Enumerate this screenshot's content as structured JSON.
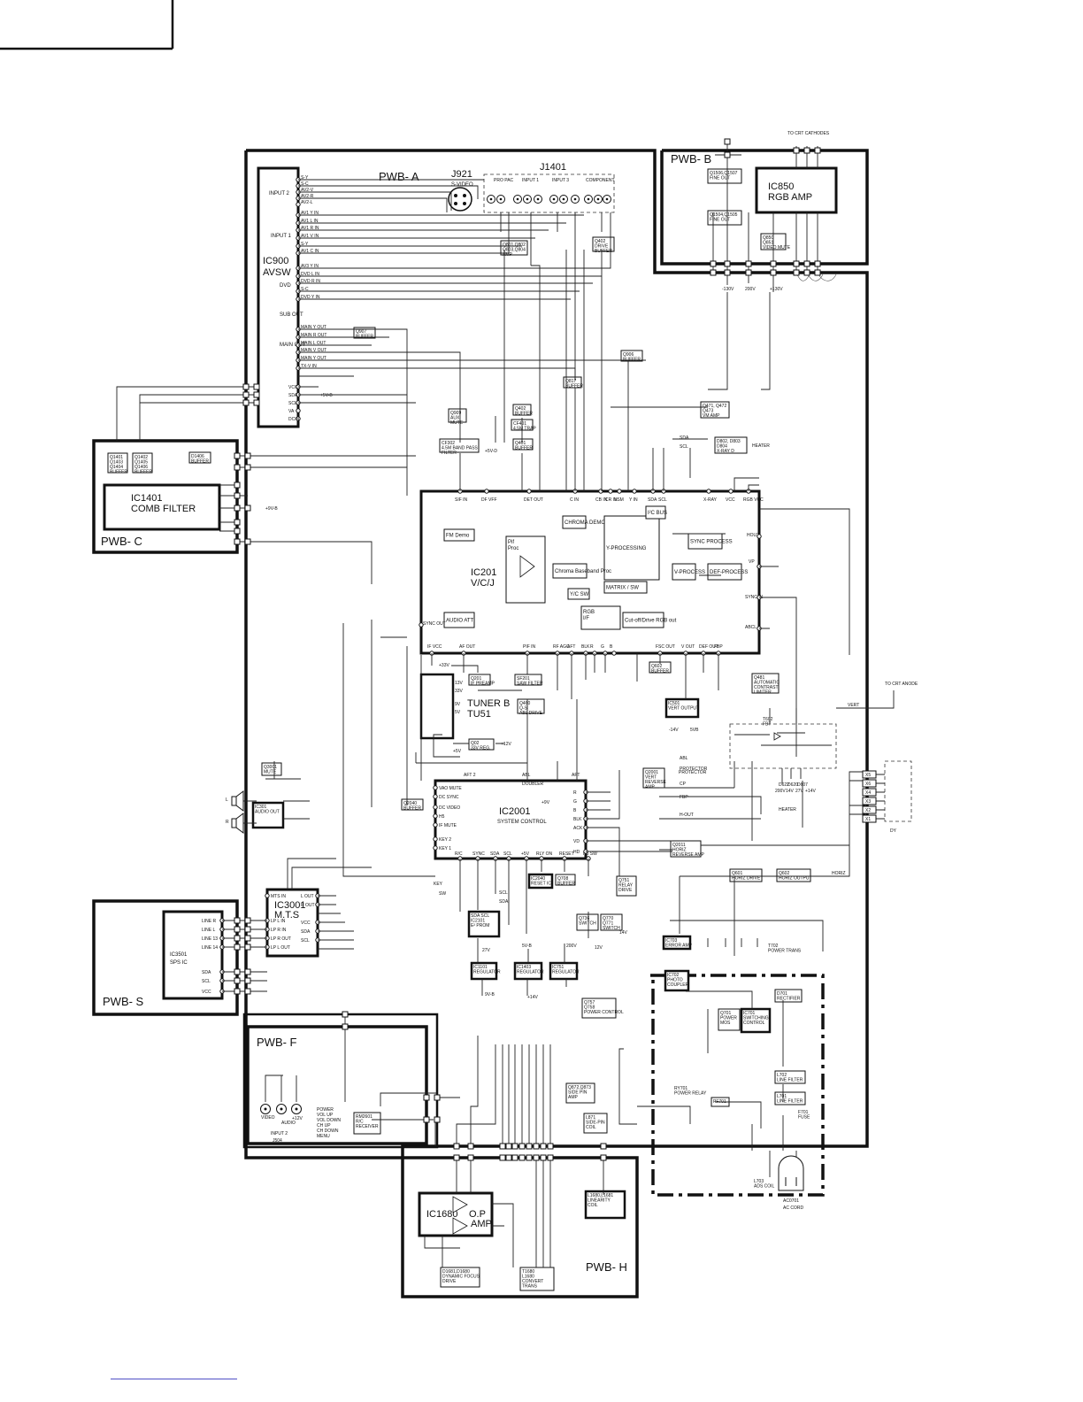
{
  "boards": {
    "pwb_a": "PWB- A",
    "pwb_b": "PWB- B",
    "pwb_c": "PWB- C",
    "pwb_s": "PWB- S",
    "pwb_f": "PWB- F",
    "pwb_h": "PWB- H"
  },
  "ics": {
    "ic900": [
      "IC900",
      "AVSW"
    ],
    "ic850": [
      "IC850",
      "RGB  AMP"
    ],
    "ic1401": [
      "IC1401",
      "COMB  FILTER"
    ],
    "ic201": [
      "IC201",
      "V/C/J"
    ],
    "ic2001": [
      "IC2001",
      "SYSTEM  CONTROL"
    ],
    "ic3001": [
      "IC3001",
      "M.T.S"
    ],
    "ic3501": [
      "IC3501",
      "SPS  IC"
    ],
    "ic1680": [
      "IC1680",
      "O.P",
      "AMP"
    ],
    "tuner": [
      "TUNER B",
      "TU51"
    ]
  },
  "connectors": {
    "j921": [
      "J921",
      "S-VIDEO"
    ],
    "j1401": "J1401",
    "j1401_groups": [
      "PRO PAC",
      "INPUT 1",
      "INPUT 3",
      "COMPONENT"
    ],
    "to_crt_cathodes": "TO  CRT  CATHODES",
    "to_crt_anode": "TO CRT ANODE",
    "dy": "DY",
    "ac_cord": [
      "AC0701",
      "AC CORD"
    ],
    "j504": "J504",
    "input2_front": "INPUT 2"
  },
  "ic900_groups": [
    "INPUT 2",
    "INPUT 1",
    "DVD",
    "SUB OUT",
    "MAIN OUT"
  ],
  "ic900_pins": [
    "S-Y",
    "S-C",
    "AV2-V",
    "AV2-R",
    "AV2-L",
    "AV1 Y IN",
    "AV1 L IN",
    "AV1 R IN",
    "AV1 V IN",
    "S-Y",
    "AV1 C IN",
    "AV3 Y IN",
    "DVD L IN",
    "DVD R IN",
    "S-C",
    "DVD Y IN",
    "MAIN Y OUT",
    "MAIN R OUT",
    "MAIN L OUT",
    "MAIN V OUT",
    "MAIN Y OUT",
    "TX-V IN"
  ],
  "ic900_right": [
    "VCC",
    "SDA",
    "SCL",
    "VA",
    "DCIN"
  ],
  "ic201_blocks": [
    "FM Demo",
    "Pif Proc",
    "CHROMA DEMO",
    "Y-PROCESSING",
    "SYNC PROCESS",
    "Chroma Baseband Proc",
    "MATRIX / SW",
    "V-PROCESS",
    "DEF-PROCESS",
    "AUDIO ATT",
    "RGB I/F",
    "Cut-off/Drive RGB out",
    "I²C BUS",
    "Y/C SW"
  ],
  "ic201_top_pins": [
    "SIF IN",
    "DF VFF",
    "DET OUT",
    "C IN",
    "CB IN",
    "CR IN",
    "VSM",
    "Y IN",
    "SDA",
    "SCL",
    "X-RAY",
    "VCC",
    "RGB VCC"
  ],
  "ic201_bottom_pins": [
    "IF VCC",
    "AF OUT",
    "PIF IN",
    "RF AGC",
    "AFT",
    "BLK",
    "R",
    "G",
    "B",
    "FSC OUT",
    "V OUT",
    "DEF OUT",
    "FBP"
  ],
  "ic201_side_pins": [
    "SYNC OUT",
    "HOUT",
    "VP",
    "ABCL",
    "SYNC IN"
  ],
  "ic2001_left": [
    "VAO MUTE",
    "DC SYNC",
    "DC VIDEO",
    "H5",
    "IF MUTE",
    "KEY 2",
    "KEY 1"
  ],
  "ic2001_top": [
    "AFT 2",
    "ABL",
    "DOUBLER",
    "AFT"
  ],
  "ic2001_bottom": [
    "R/C",
    "SYNC",
    "SDA",
    "SCL",
    "+5V",
    "RLY ON",
    "RESET",
    "H5 SW"
  ],
  "ic2001_right": [
    "R",
    "G",
    "B",
    "BLK",
    "ACK",
    "VD",
    "HD"
  ],
  "ic3001_pins": [
    "MTS IN",
    "LP L IN",
    "LP R IN",
    "LP R OUT",
    "LP L OUT",
    "L OUT",
    "R OUT",
    "VCC",
    "SDA",
    "SCL"
  ],
  "ic3501_pins": [
    "LINE R",
    "LINE L",
    "LINE 13",
    "LINE 14",
    "SDA",
    "SCL",
    "VCC"
  ],
  "blocks": [
    {
      "id": "q801",
      "lines": [
        "Q801,Q802",
        "Q803,Q804",
        "AMP"
      ]
    },
    {
      "id": "q402",
      "lines": [
        "Q402",
        "DRIVE",
        "BUFFER"
      ]
    },
    {
      "id": "q907",
      "lines": [
        "Q907",
        "BUFFER"
      ]
    },
    {
      "id": "q906",
      "lines": [
        "Q906",
        "BUFFER"
      ]
    },
    {
      "id": "q817",
      "lines": [
        "Q817",
        "BUFFER"
      ]
    },
    {
      "id": "q909",
      "lines": [
        "Q909",
        "AUX",
        "MUTE"
      ]
    },
    {
      "id": "q402b",
      "lines": [
        "Q402",
        "BUFFER"
      ]
    },
    {
      "id": "cf401",
      "lines": [
        "CF401",
        "4.5M TRAP"
      ]
    },
    {
      "id": "cf302",
      "lines": [
        "CF302",
        "4.5M BAND PASS",
        "FILTER"
      ]
    },
    {
      "id": "q401",
      "lines": [
        "Q401",
        "BUFFER"
      ]
    },
    {
      "id": "q471",
      "lines": [
        "Q471, Q472",
        "Q473",
        "VM AMP"
      ]
    },
    {
      "id": "d802",
      "lines": [
        "D802, D803",
        "D804",
        "X-RAY D"
      ]
    },
    {
      "id": "q1401",
      "lines": [
        "Q1401",
        "Q1403",
        "Q1404",
        "BUFFER"
      ]
    },
    {
      "id": "q1402",
      "lines": [
        "Q1402",
        "Q1405",
        "Q1406",
        "BUFFER"
      ]
    },
    {
      "id": "d1406",
      "lines": [
        "D1406",
        "BUFFER"
      ]
    },
    {
      "id": "q1506",
      "lines": [
        "Q1506,Q1507",
        "FINE OUT"
      ]
    },
    {
      "id": "q1504",
      "lines": [
        "Q1504,Q1505",
        "FINE OUT"
      ]
    },
    {
      "id": "q850",
      "lines": [
        "Q850",
        "Q851",
        "VIDEO MUTE"
      ]
    },
    {
      "id": "q201",
      "lines": [
        "Q201",
        "IF PREAMP"
      ]
    },
    {
      "id": "sf201",
      "lines": [
        "SF201",
        "SAW FILTER"
      ]
    },
    {
      "id": "q460",
      "lines": [
        "Q460",
        "Q-S",
        "ABL DRIVE"
      ]
    },
    {
      "id": "q02",
      "lines": [
        "Q02",
        "33V REG."
      ]
    },
    {
      "id": "q602",
      "lines": [
        "Q602",
        "BUFFER"
      ]
    },
    {
      "id": "q481",
      "lines": [
        "Q481",
        "AUTOMATIC",
        "CONTRAST",
        "LIMITER"
      ]
    },
    {
      "id": "ic501",
      "lines": [
        "IC501",
        "VERT OUTPUT"
      ]
    },
    {
      "id": "t602",
      "lines": [
        "T602",
        "FBT"
      ]
    },
    {
      "id": "q2001",
      "lines": [
        "Q2001",
        "VERT",
        "REVERSE",
        "AMP"
      ]
    },
    {
      "id": "q2011",
      "lines": [
        "Q2011",
        "HORIZ",
        "REVERSE AMP"
      ]
    },
    {
      "id": "q601",
      "lines": [
        "Q601",
        "HORIZ DRIVE"
      ]
    },
    {
      "id": "q602h",
      "lines": [
        "Q602",
        "HORIZ OUTPUT"
      ]
    },
    {
      "id": "q3001",
      "lines": [
        "Q3001",
        "MUTE"
      ]
    },
    {
      "id": "ic301",
      "lines": [
        "IC301",
        "AUDIO OUT"
      ]
    },
    {
      "id": "q2040",
      "lines": [
        "Q2040",
        "BUFFER"
      ]
    },
    {
      "id": "ic2040",
      "lines": [
        "IC2040",
        "RESET IC"
      ]
    },
    {
      "id": "q708",
      "lines": [
        "Q708",
        "BUFFER"
      ]
    },
    {
      "id": "q751",
      "lines": [
        "Q751",
        "RELAY",
        "DRIVE"
      ]
    },
    {
      "id": "ic2101",
      "lines": [
        "SDA  SCL",
        "IC2101",
        "E² PROM"
      ]
    },
    {
      "id": "q736",
      "lines": [
        "Q736",
        "SWITCH"
      ]
    },
    {
      "id": "q770",
      "lines": [
        "Q770",
        "Q771",
        "SWITCH"
      ]
    },
    {
      "id": "ic1101",
      "lines": [
        "IC1101",
        "REGULATOR"
      ]
    },
    {
      "id": "ic1403",
      "lines": [
        "IC1403",
        "REGULATOR"
      ]
    },
    {
      "id": "ic751",
      "lines": [
        "IC751",
        "REGULATOR"
      ]
    },
    {
      "id": "q757",
      "lines": [
        "Q757",
        "Q758",
        "POWER CONTROL"
      ]
    },
    {
      "id": "ic703",
      "lines": [
        "IC703",
        "ERROR AMP"
      ]
    },
    {
      "id": "ic702",
      "lines": [
        "IC702",
        "PHOTO",
        "COUPLER"
      ]
    },
    {
      "id": "t702",
      "lines": [
        "T702",
        "POWER TRANS"
      ]
    },
    {
      "id": "q701",
      "lines": [
        "Q701",
        "POWER",
        "MOS"
      ]
    },
    {
      "id": "ic701",
      "lines": [
        "IC701",
        "SWITCHING",
        "CONTROL"
      ]
    },
    {
      "id": "d701",
      "lines": [
        "D701",
        "RECTIFIER"
      ]
    },
    {
      "id": "l702",
      "lines": [
        "L702",
        "LINE FILTER"
      ]
    },
    {
      "id": "l701",
      "lines": [
        "L701",
        "LINE FILTER"
      ]
    },
    {
      "id": "f701",
      "lines": [
        "F701",
        "FUSE"
      ]
    },
    {
      "id": "ry701",
      "lines": [
        "RY701",
        "POWER RELAY"
      ]
    },
    {
      "id": "l703",
      "lines": [
        "L703",
        "ADS COIL"
      ]
    },
    {
      "id": "q872",
      "lines": [
        "Q872,Q873",
        "SIDE PIN",
        "AMP"
      ]
    },
    {
      "id": "l871",
      "lines": [
        "L871",
        "SIDE-PIN",
        "COIL"
      ]
    },
    {
      "id": "rm2601",
      "lines": [
        "RM2601",
        "R/C",
        "RECEIVER"
      ]
    },
    {
      "id": "d1681",
      "lines": [
        "D1681,D1680",
        "DYNAMIC FOCUS",
        "DRIVE"
      ]
    },
    {
      "id": "t1680",
      "lines": [
        "T1680",
        "L1680",
        "CONVERT",
        "TRANS"
      ]
    },
    {
      "id": "l1680",
      "lines": [
        "L1680,L1681",
        "LINEARITY",
        "COIL"
      ]
    },
    {
      "id": "heater",
      "lines": [
        "HEATER"
      ]
    },
    {
      "id": "protector",
      "lines": [
        "PROTECTOR"
      ]
    },
    {
      "id": "pf701",
      "lines": [
        "PF701"
      ]
    }
  ],
  "front_controls": [
    "POWER",
    "VOL UP",
    "VOL DOWN",
    "CH UP",
    "CH DOWN",
    "MENU"
  ],
  "front_jacks": [
    "VIDEO",
    "AUDIO",
    "L",
    "R"
  ],
  "voltages": [
    "+5V-B",
    "+9V-B",
    "+5V-D",
    "+33V",
    "+12V",
    "+9V",
    "+5V",
    "-130V",
    "200V",
    "+130V",
    "13V",
    "33V",
    "9V",
    "5V",
    "12V",
    "27V",
    "14V",
    "200V",
    "5V-B",
    "9V-B",
    "+14V",
    "-14V",
    "5VB",
    "+12V"
  ],
  "dy_pins": [
    "X5",
    "X6",
    "X4",
    "X3",
    "X2",
    "X1"
  ],
  "fbt_diodes": [
    "D622",
    "D620",
    "D607"
  ],
  "fbt_outputs": [
    "200V",
    "14V",
    "27V",
    "+14V"
  ],
  "signals": [
    "HEATER",
    "SDA",
    "SCL",
    "ABL",
    "PROTECTOR",
    "CP",
    "FBP",
    "H-OUT",
    "HORIZ",
    "VERT",
    "KEY",
    "SW",
    "AFT",
    "SDA",
    "SCL"
  ]
}
